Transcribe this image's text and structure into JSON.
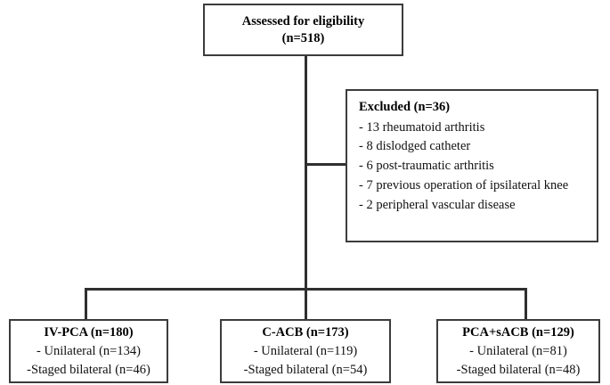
{
  "diagram": {
    "type": "consort-flow-diagram",
    "nodes": {
      "assessed": {
        "title": "Assessed for eligibility",
        "count": "(n=518)"
      },
      "excluded": {
        "title": "Excluded (n=36)",
        "reasons": [
          "- 13 rheumatoid arthritis",
          "- 8 dislodged catheter",
          "- 6 post-traumatic arthritis",
          "- 7 previous operation of ipsilateral knee",
          "- 2 peripheral vascular disease"
        ]
      },
      "groups": [
        {
          "title": "IV-PCA (n=180)",
          "lines": [
            "- Unilateral (n=134)",
            "-Staged bilateral (n=46)"
          ]
        },
        {
          "title": "C-ACB (n=173)",
          "lines": [
            "- Unilateral (n=119)",
            "-Staged bilateral (n=54)"
          ]
        },
        {
          "title": "PCA+sACB (n=129)",
          "lines": [
            "- Unilateral (n=81)",
            "-Staged bilateral (n=48)"
          ]
        }
      ]
    },
    "colors": {
      "border": "#3c3c3c",
      "connector": "#2f2f2f",
      "background": "#ffffff",
      "text": "#111111"
    }
  }
}
